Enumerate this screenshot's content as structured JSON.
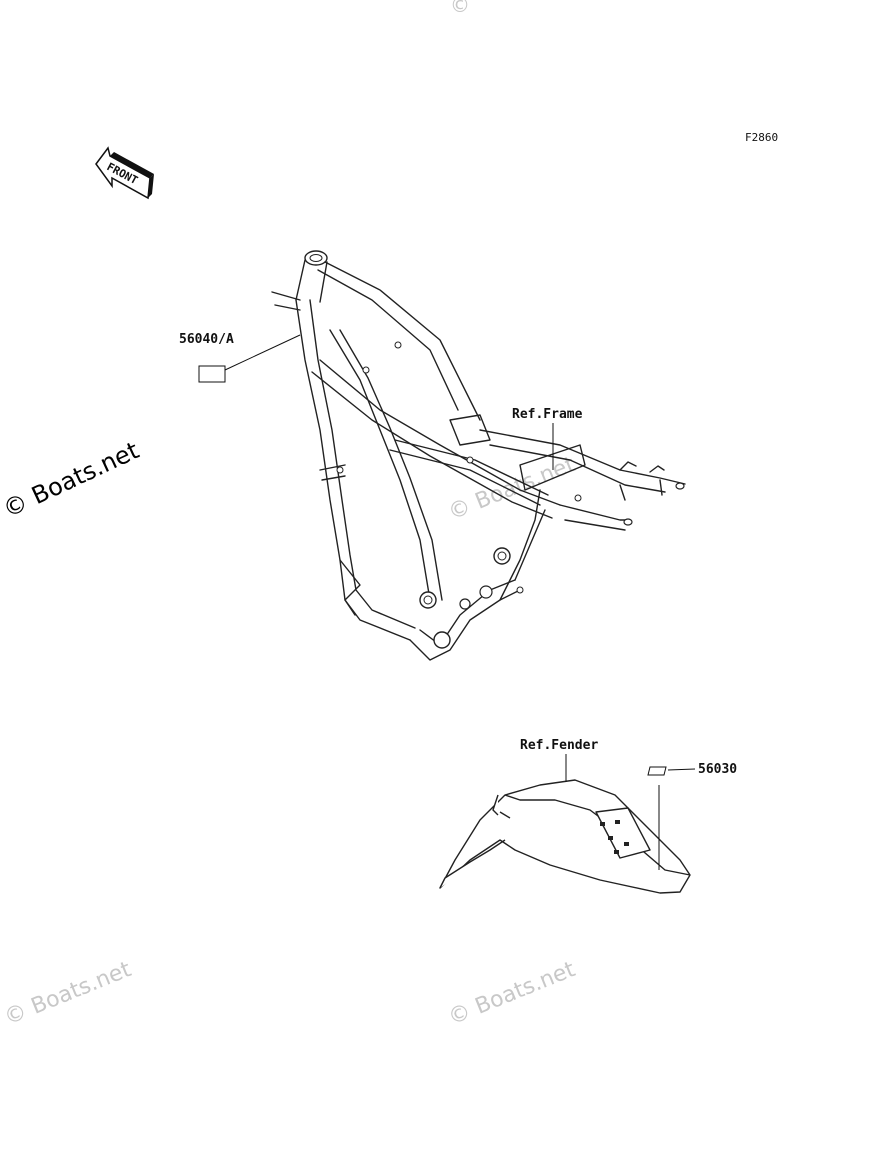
{
  "figure_code": "F2860",
  "front_arrow_label": "FRONT",
  "callouts": {
    "part_56040": "56040/A",
    "ref_frame": "Ref.Frame",
    "ref_fender": "Ref.Fender",
    "part_56030": "56030"
  },
  "watermarks": {
    "main": "© Boats.net",
    "faint": "© Boats.net"
  }
}
